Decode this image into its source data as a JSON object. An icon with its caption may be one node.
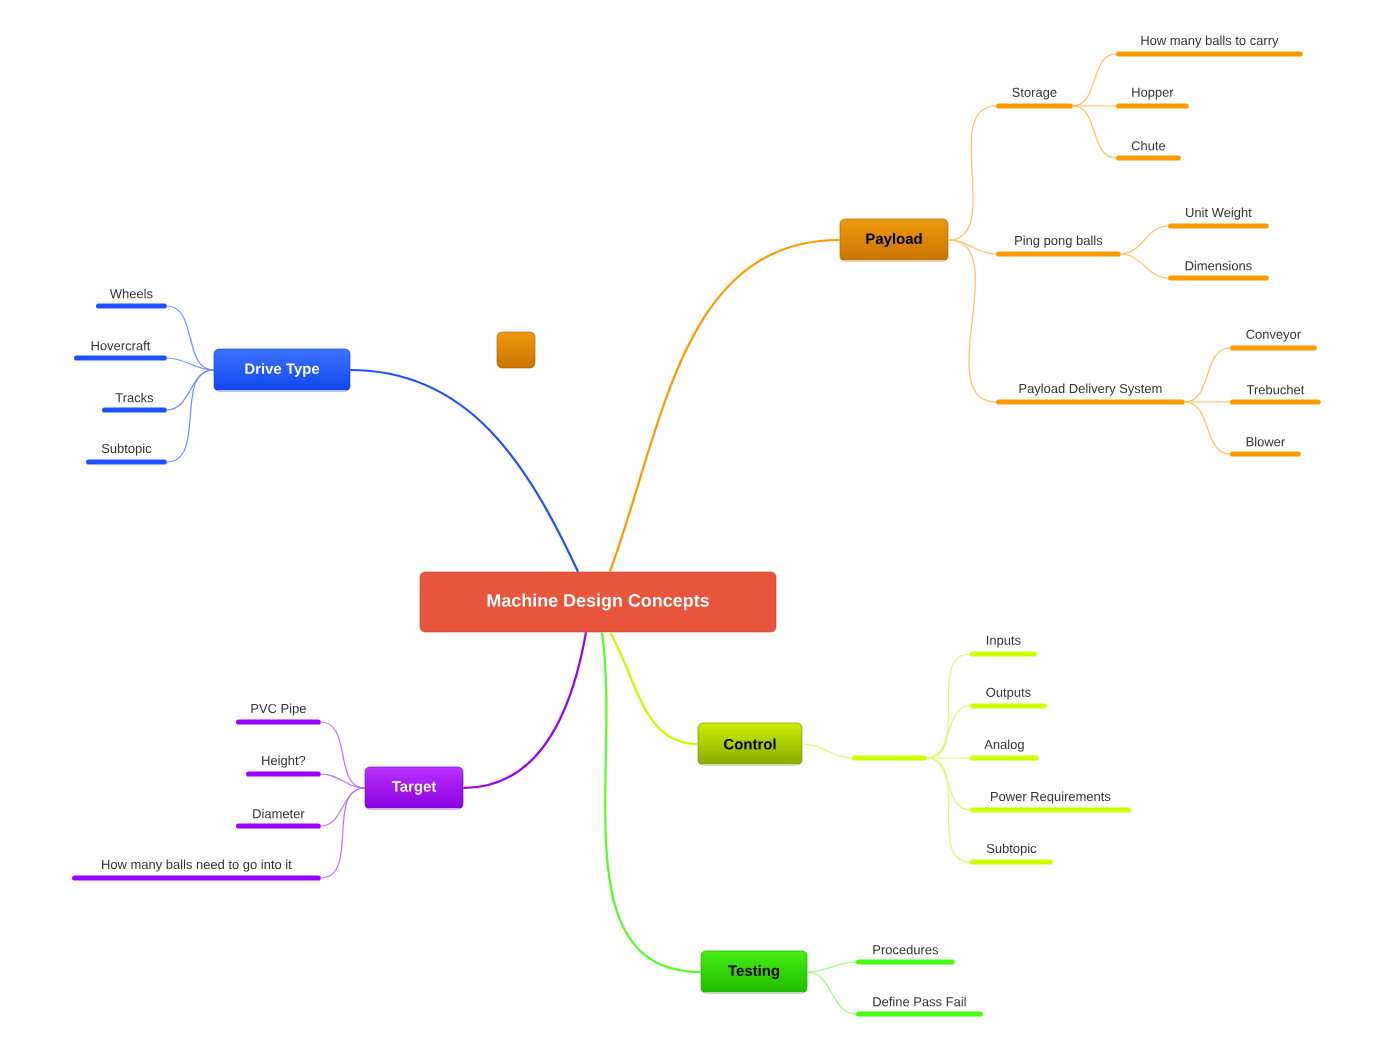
{
  "diagram": {
    "nodes": [
      {
        "text": [
          "Machine Design Concepts"
        ]
      },
      {
        "text": [
          "Drive Type"
        ]
      },
      {
        "text": [
          "Wheels"
        ]
      },
      {
        "text": [
          "Hovercraft"
        ]
      },
      {
        "text": [
          "Tracks"
        ]
      },
      {
        "text": [
          "Subtopic"
        ]
      },
      {
        "text": [],
        "shape": "box"
      },
      {
        "text": [
          "Payload"
        ]
      },
      {
        "text": [
          "Storage"
        ]
      },
      {
        "text": [
          "How many balls to carry"
        ]
      },
      {
        "text": [
          "Hopper"
        ]
      },
      {
        "text": [
          "Chute"
        ]
      },
      {
        "text": [
          "Ping pong balls"
        ]
      },
      {
        "text": [
          "Unit Weight"
        ]
      },
      {
        "text": [
          "Dimensions"
        ]
      },
      {
        "text": [
          "Payload Delivery System"
        ]
      },
      {
        "text": [
          "Conveyor"
        ]
      },
      {
        "text": [
          "Trebuchet"
        ]
      },
      {
        "text": [
          "Blower"
        ]
      },
      {
        "text": [
          "Control"
        ]
      },
      {
        "text": [],
        "shape": "bar"
      },
      {
        "text": [
          "Inputs"
        ]
      },
      {
        "text": [
          "Outputs"
        ]
      },
      {
        "text": [
          "Analog"
        ]
      },
      {
        "text": [
          "Power Requirements"
        ]
      },
      {
        "text": [
          "Subtopic"
        ]
      },
      {
        "text": [
          "Testing"
        ]
      },
      {
        "text": [
          "Procedures"
        ]
      },
      {
        "text": [
          "Define Pass Fail"
        ]
      },
      {
        "text": [
          "Target"
        ]
      },
      {
        "text": [
          "PVC Pipe"
        ]
      },
      {
        "text": [
          "Height?"
        ]
      },
      {
        "text": [
          "Diameter"
        ]
      },
      {
        "text": [
          "How many balls need to go into it"
        ]
      }
    ],
    "edges": [
      {
        "from": 0,
        "to": 1,
        "arrow": "none",
        "color": "#1e50ff"
      },
      {
        "from": 1,
        "to": 2,
        "arrow": "none",
        "color": "#6f8fff"
      },
      {
        "from": 1,
        "to": 3,
        "arrow": "none",
        "color": "#6f8fff"
      },
      {
        "from": 1,
        "to": 4,
        "arrow": "none",
        "color": "#6f8fff"
      },
      {
        "from": 1,
        "to": 5,
        "arrow": "none",
        "color": "#6f8fff"
      },
      {
        "from": 0,
        "to": 7,
        "arrow": "none",
        "color": "#ff9900"
      },
      {
        "from": 7,
        "to": 8,
        "arrow": "none",
        "color": "#ffc060"
      },
      {
        "from": 8,
        "to": 9,
        "arrow": "none",
        "color": "#ffc060"
      },
      {
        "from": 8,
        "to": 10,
        "arrow": "none",
        "color": "#ffc060"
      },
      {
        "from": 8,
        "to": 11,
        "arrow": "none",
        "color": "#ffc060"
      },
      {
        "from": 7,
        "to": 12,
        "arrow": "none",
        "color": "#ffc060"
      },
      {
        "from": 12,
        "to": 13,
        "arrow": "none",
        "color": "#ffc060"
      },
      {
        "from": 12,
        "to": 14,
        "arrow": "none",
        "color": "#ffc060"
      },
      {
        "from": 7,
        "to": 15,
        "arrow": "none",
        "color": "#ffc060"
      },
      {
        "from": 15,
        "to": 16,
        "arrow": "none",
        "color": "#ffc060"
      },
      {
        "from": 15,
        "to": 17,
        "arrow": "none",
        "color": "#ffc060"
      },
      {
        "from": 15,
        "to": 18,
        "arrow": "none",
        "color": "#ffc060"
      },
      {
        "from": 0,
        "to": 19,
        "arrow": "none",
        "color": "#d4f500"
      },
      {
        "from": 19,
        "to": 20,
        "arrow": "none",
        "color": "#e2f870"
      },
      {
        "from": 20,
        "to": 21,
        "arrow": "none",
        "color": "#e2f870"
      },
      {
        "from": 20,
        "to": 22,
        "arrow": "none",
        "color": "#e2f870"
      },
      {
        "from": 20,
        "to": 23,
        "arrow": "none",
        "color": "#e2f870"
      },
      {
        "from": 20,
        "to": 24,
        "arrow": "none",
        "color": "#e2f870"
      },
      {
        "from": 20,
        "to": 25,
        "arrow": "none",
        "color": "#e2f870"
      },
      {
        "from": 0,
        "to": 26,
        "arrow": "none",
        "color": "#55ff22"
      },
      {
        "from": 26,
        "to": 27,
        "arrow": "none",
        "color": "#90ff70"
      },
      {
        "from": 26,
        "to": 28,
        "arrow": "none",
        "color": "#90ff70"
      },
      {
        "from": 0,
        "to": 29,
        "arrow": "none",
        "color": "#9900ff"
      },
      {
        "from": 29,
        "to": 30,
        "arrow": "none",
        "color": "#c070ff"
      },
      {
        "from": 29,
        "to": 31,
        "arrow": "none",
        "color": "#c070ff"
      },
      {
        "from": 29,
        "to": 32,
        "arrow": "none",
        "color": "#c070ff"
      },
      {
        "from": 29,
        "to": 33,
        "arrow": "none",
        "color": "#c070ff"
      }
    ]
  }
}
